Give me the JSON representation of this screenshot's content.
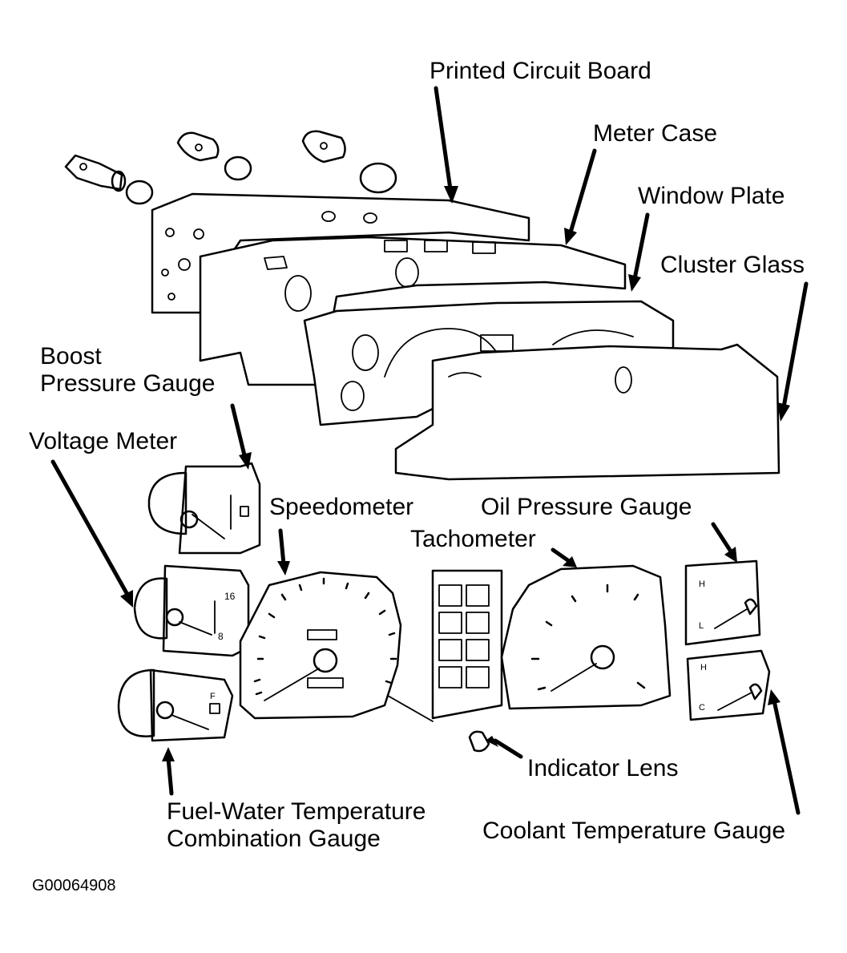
{
  "labels": {
    "printed_circuit_board": "Printed Circuit Board",
    "meter_case": "Meter Case",
    "window_plate": "Window Plate",
    "cluster_glass": "Cluster Glass",
    "boost_pressure_gauge_1": "Boost",
    "boost_pressure_gauge_2": "Pressure Gauge",
    "voltage_meter": "Voltage Meter",
    "speedometer": "Speedometer",
    "oil_pressure_gauge": "Oil Pressure Gauge",
    "tachometer": "Tachometer",
    "indicator_lens": "Indicator Lens",
    "fuel_water_gauge_1": "Fuel-Water Temperature",
    "fuel_water_gauge_2": "Combination Gauge",
    "coolant_temperature_gauge": "Coolant Temperature Gauge"
  },
  "gauge_marks": {
    "voltage_high": "16",
    "voltage_low": "8",
    "oil_high": "H",
    "oil_low": "L",
    "coolant_high": "H",
    "coolant_low": "C",
    "fuel_full": "F"
  },
  "reference_code": "G00064908",
  "colors": {
    "ink": "#000000",
    "background": "#ffffff"
  }
}
